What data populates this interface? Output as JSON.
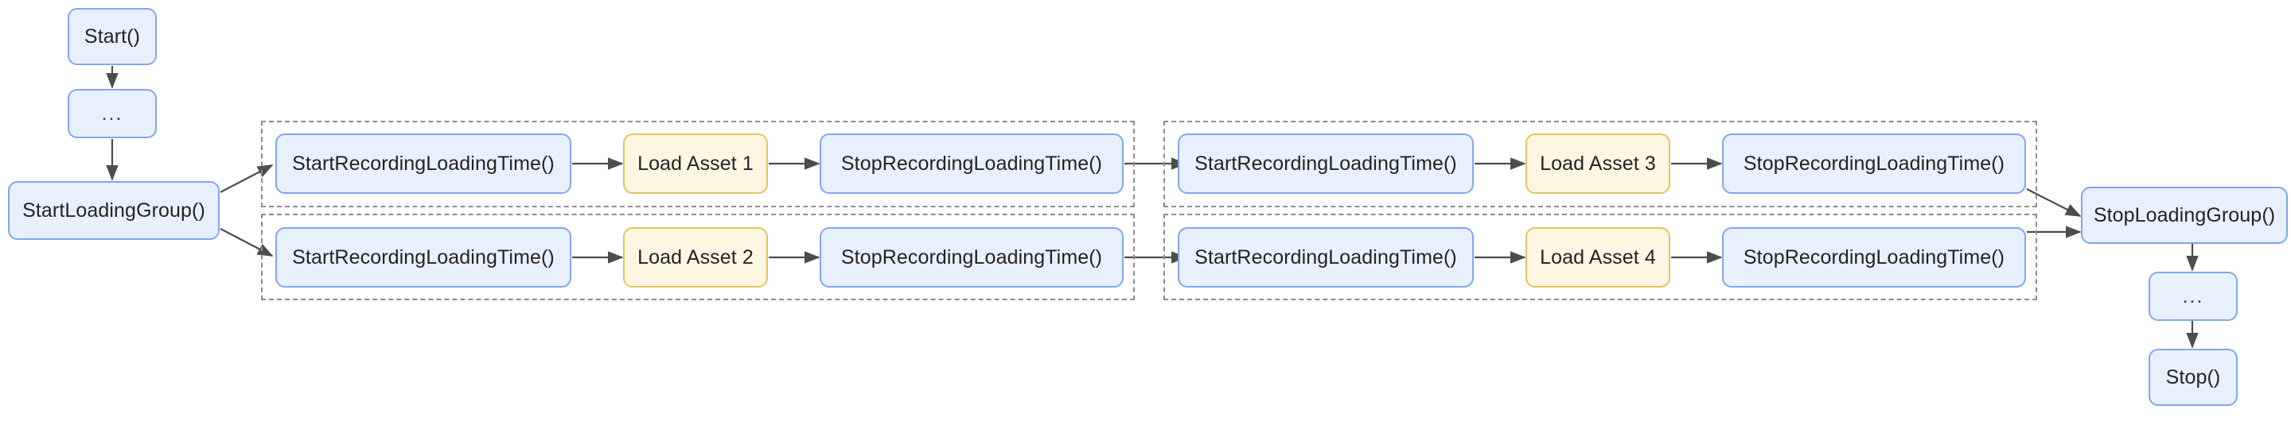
{
  "diagram": {
    "type": "flowchart",
    "title": "Asset loading group instrumentation flow",
    "direction": "left-to-right",
    "colors": {
      "node_blue_fill": "#e9f0fd",
      "node_blue_border": "#80a6ef",
      "node_yellow_fill": "#fdf6e1",
      "node_yellow_border": "#e5c35b",
      "edge": "#4d4d4d",
      "group_border": "#8c8c8c",
      "text": "#232323",
      "background": "#ffffff"
    }
  },
  "nodes": {
    "start": "Start()",
    "pre_ellipsis": "...",
    "start_loading_group": "StartLoadingGroup()",
    "stop_loading_group": "StopLoadingGroup()",
    "post_ellipsis": "...",
    "stop": "Stop()",
    "g1r1_start_rec": "StartRecordingLoadingTime()",
    "g1r1_asset": "Load Asset 1",
    "g1r1_stop_rec": "StopRecordingLoadingTime()",
    "g1r2_start_rec": "StartRecordingLoadingTime()",
    "g1r2_asset": "Load Asset 2",
    "g1r2_stop_rec": "StopRecordingLoadingTime()",
    "g2r1_start_rec": "StartRecordingLoadingTime()",
    "g2r1_asset": "Load Asset 3",
    "g2r1_stop_rec": "StopRecordingLoadingTime()",
    "g2r2_start_rec": "StartRecordingLoadingTime()",
    "g2r2_asset": "Load Asset 4",
    "g2r2_stop_rec": "StopRecordingLoadingTime()"
  },
  "groups": {
    "group1_row1_label": "",
    "group1_row2_label": "",
    "group2_row1_label": "",
    "group2_row2_label": ""
  },
  "edges": [
    {
      "from": "Start()",
      "to": "..."
    },
    {
      "from": "...",
      "to": "StartLoadingGroup()"
    },
    {
      "from": "StartLoadingGroup()",
      "to": "StartRecordingLoadingTime() [Asset 1 lane]"
    },
    {
      "from": "StartLoadingGroup()",
      "to": "StartRecordingLoadingTime() [Asset 2 lane]"
    },
    {
      "from": "StartRecordingLoadingTime() [Asset 1 lane]",
      "to": "Load Asset 1"
    },
    {
      "from": "Load Asset 1",
      "to": "StopRecordingLoadingTime() [Asset 1 lane]"
    },
    {
      "from": "StopRecordingLoadingTime() [Asset 1 lane]",
      "to": "StartRecordingLoadingTime() [Asset 3 lane]"
    },
    {
      "from": "StartRecordingLoadingTime() [Asset 3 lane]",
      "to": "Load Asset 3"
    },
    {
      "from": "Load Asset 3",
      "to": "StopRecordingLoadingTime() [Asset 3 lane]"
    },
    {
      "from": "StopRecordingLoadingTime() [Asset 3 lane]",
      "to": "StopLoadingGroup()"
    },
    {
      "from": "StartRecordingLoadingTime() [Asset 2 lane]",
      "to": "Load Asset 2"
    },
    {
      "from": "Load Asset 2",
      "to": "StopRecordingLoadingTime() [Asset 2 lane]"
    },
    {
      "from": "StopRecordingLoadingTime() [Asset 2 lane]",
      "to": "StartRecordingLoadingTime() [Asset 4 lane]"
    },
    {
      "from": "StartRecordingLoadingTime() [Asset 4 lane]",
      "to": "Load Asset 4"
    },
    {
      "from": "Load Asset 4",
      "to": "StopRecordingLoadingTime() [Asset 4 lane]"
    },
    {
      "from": "StopRecordingLoadingTime() [Asset 4 lane]",
      "to": "StopLoadingGroup()"
    },
    {
      "from": "StopLoadingGroup()",
      "to": "..."
    },
    {
      "from": "...",
      "to": "Stop()"
    }
  ]
}
